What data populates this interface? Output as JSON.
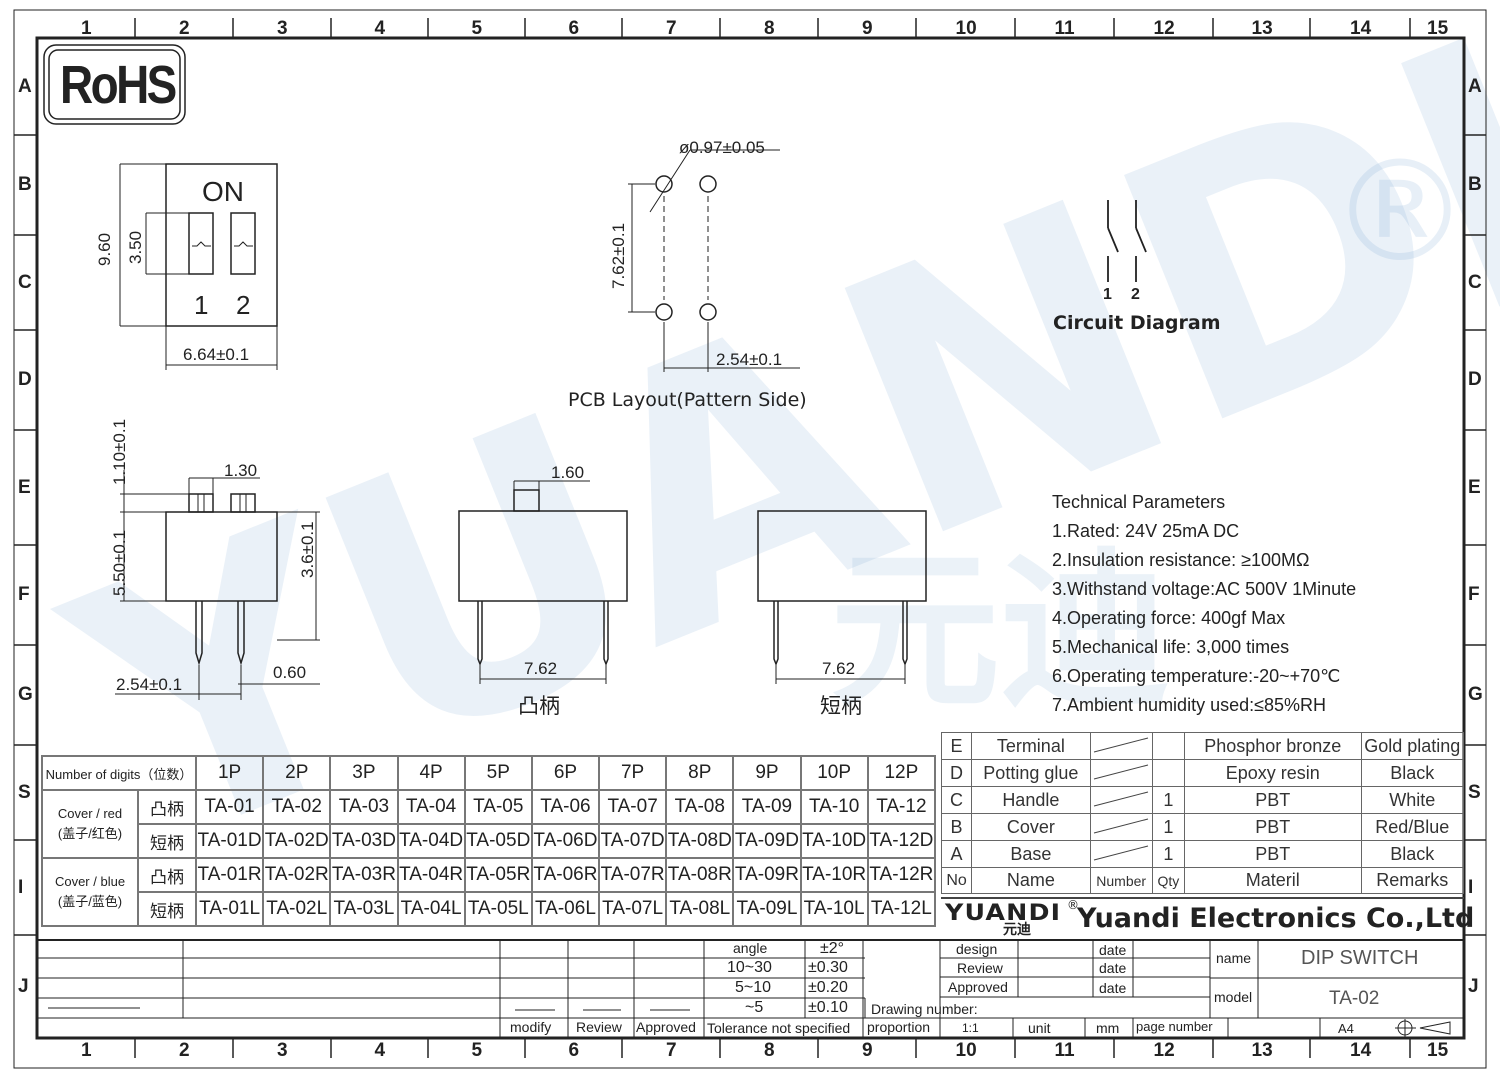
{
  "watermark": {
    "brand": "YUANDI",
    "cn": "元迪",
    "reg": "®"
  },
  "grid": {
    "cols": [
      "1",
      "2",
      "3",
      "4",
      "5",
      "6",
      "7",
      "8",
      "9",
      "10",
      "11",
      "12",
      "13",
      "14",
      "15"
    ],
    "rows": [
      "A",
      "B",
      "C",
      "D",
      "E",
      "F",
      "G",
      "S",
      "I",
      "J"
    ]
  },
  "rohs": "RoHS",
  "top_view": {
    "on": "ON",
    "n1": "1",
    "n2": "2",
    "dim_h": "9.60",
    "dim_h2": "3.50",
    "dim_w": "6.64±0.1"
  },
  "pcb": {
    "hole": "ø0.97±0.05",
    "pitch_v": "7.62±0.1",
    "pitch_h": "2.54±0.1",
    "caption": "PCB  Layout(Pattern  Side)"
  },
  "circuit": {
    "n1": "1",
    "n2": "2",
    "caption": "Circuit  Diagram"
  },
  "side_view": {
    "d1": "1.10±0.1",
    "d2": "1.30",
    "d3": "5.50±0.1",
    "d4": "3.6±0.1",
    "d5": "2.54±0.1",
    "d6": "0.60"
  },
  "raised": {
    "d1": "1.60",
    "d2": "7.62",
    "caption": "凸柄"
  },
  "flush": {
    "d1": "7.62",
    "caption": "短柄"
  },
  "tech": {
    "title": "Technical Parameters",
    "items": [
      "1.Rated: 24V 25mA  DC",
      "2.Insulation resistance: ≥100MΩ",
      "3.Withstand voltage:AC 500V 1Minute",
      "4.Operating force: 400gf Max",
      "5.Mechanical life: 3,000 times",
      "6.Operating temperature:-20~+70℃",
      "7.Ambient humidity used:≤85%RH"
    ]
  },
  "pn_table": {
    "header_label": "Number of digits（位数）",
    "digits": [
      "1P",
      "2P",
      "3P",
      "4P",
      "5P",
      "6P",
      "7P",
      "8P",
      "9P",
      "10P",
      "12P"
    ],
    "groups": [
      {
        "label1": "Cover / red",
        "label2": "(盖子/红色)",
        "rows": [
          {
            "type": "凸柄",
            "cells": [
              "TA-01",
              "TA-02",
              "TA-03",
              "TA-04",
              "TA-05",
              "TA-06",
              "TA-07",
              "TA-08",
              "TA-09",
              "TA-10",
              "TA-12"
            ]
          },
          {
            "type": "短柄",
            "cells": [
              "TA-01D",
              "TA-02D",
              "TA-03D",
              "TA-04D",
              "TA-05D",
              "TA-06D",
              "TA-07D",
              "TA-08D",
              "TA-09D",
              "TA-10D",
              "TA-12D"
            ]
          }
        ]
      },
      {
        "label1": "Cover / blue",
        "label2": "(盖子/蓝色)",
        "rows": [
          {
            "type": "凸柄",
            "cells": [
              "TA-01R",
              "TA-02R",
              "TA-03R",
              "TA-04R",
              "TA-05R",
              "TA-06R",
              "TA-07R",
              "TA-08R",
              "TA-09R",
              "TA-10R",
              "TA-12R"
            ]
          },
          {
            "type": "短柄",
            "cells": [
              "TA-01L",
              "TA-02L",
              "TA-03L",
              "TA-04L",
              "TA-05L",
              "TA-06L",
              "TA-07L",
              "TA-08L",
              "TA-09L",
              "TA-10L",
              "TA-12L"
            ]
          }
        ]
      }
    ]
  },
  "bom": {
    "rows": [
      {
        "no": "E",
        "name": "Terminal",
        "qty": "",
        "material": "Phosphor bronze",
        "remarks": "Gold plating"
      },
      {
        "no": "D",
        "name": "Potting glue",
        "qty": "",
        "material": "Epoxy resin",
        "remarks": "Black"
      },
      {
        "no": "C",
        "name": "Handle",
        "qty": "1",
        "material": "PBT",
        "remarks": "White"
      },
      {
        "no": "B",
        "name": "Cover",
        "qty": "1",
        "material": "PBT",
        "remarks": "Red/Blue"
      },
      {
        "no": "A",
        "name": "Base",
        "qty": "1",
        "material": "PBT",
        "remarks": "Black"
      }
    ],
    "header": {
      "no": "No",
      "name": "Name",
      "number": "Number",
      "qty": "Qty",
      "material": "Materil",
      "remarks": "Remarks"
    }
  },
  "company": {
    "logo": "YUANDI",
    "logo_cn": "元迪",
    "reg": "®",
    "name": "Yuandi Electronics Co.,Ltd"
  },
  "title_block": {
    "angle": "angle",
    "angle_tol": "±2°",
    "r1": "10~30",
    "t1": "±0.30",
    "r2": "5~10",
    "t2": "±0.20",
    "r3": "~5",
    "t3": "±0.10",
    "modify": "modify",
    "review": "Review",
    "approved": "Approved",
    "tol_ns": "Tolerance not specified",
    "proportion": "proportion",
    "scale": "1:1",
    "unit": "unit",
    "mm": "mm",
    "page_number": "page number",
    "size": "A4",
    "design": "design",
    "review2": "Review",
    "approved2": "Approved",
    "date": "date",
    "drawing_number": "Drawing number:",
    "name_label": "name",
    "name_value": "DIP SWITCH",
    "model_label": "model",
    "model_value": "TA-02"
  }
}
